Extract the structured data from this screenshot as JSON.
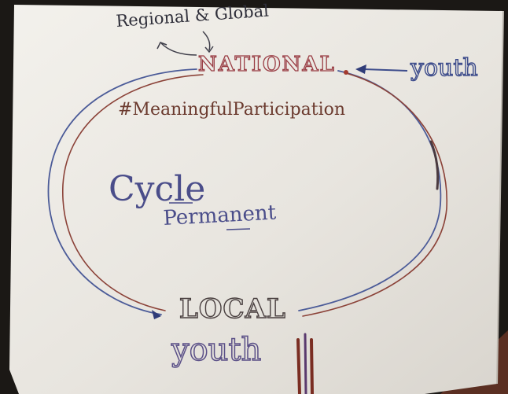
{
  "labels": {
    "regional_global": "Regional & Global",
    "national": "NATIONAL",
    "youth_top": "youth",
    "hashtag": "#MeaningfulParticipation",
    "cycle": "Cycle",
    "permanent": "Permanent",
    "local": "LOCAL",
    "youth_bottom": "youth"
  },
  "colors": {
    "paper": "#e9e6e1",
    "blue_ink": "#3e4d8c",
    "red_ink": "#8b3a33",
    "brown_ink": "#6b3a2e",
    "purple_ink": "#5a4f87"
  }
}
